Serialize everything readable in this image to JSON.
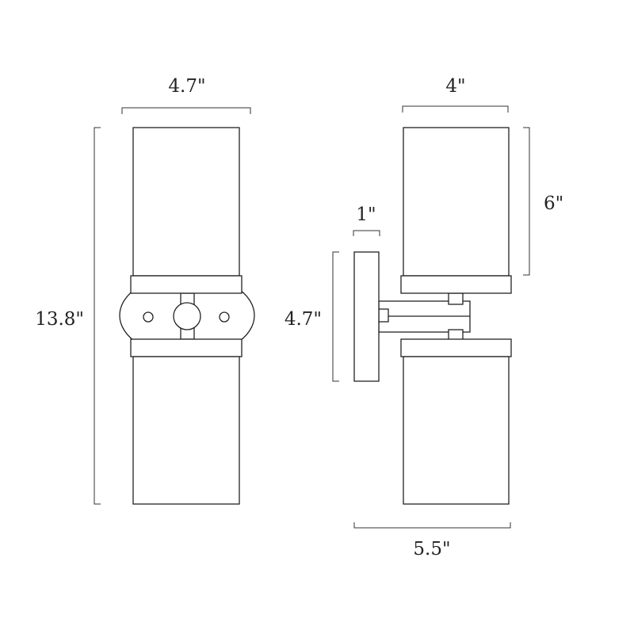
{
  "dimensions": {
    "front_width": "4.7\"",
    "total_height": "13.8\"",
    "shade_width": "4\"",
    "shade_height": "6\"",
    "backplate_depth": "1\"",
    "backplate_height": "4.7\"",
    "extension": "5.5\""
  },
  "colors": {
    "stroke": "#222222",
    "dimension_line": "#333333",
    "background": "#ffffff"
  }
}
